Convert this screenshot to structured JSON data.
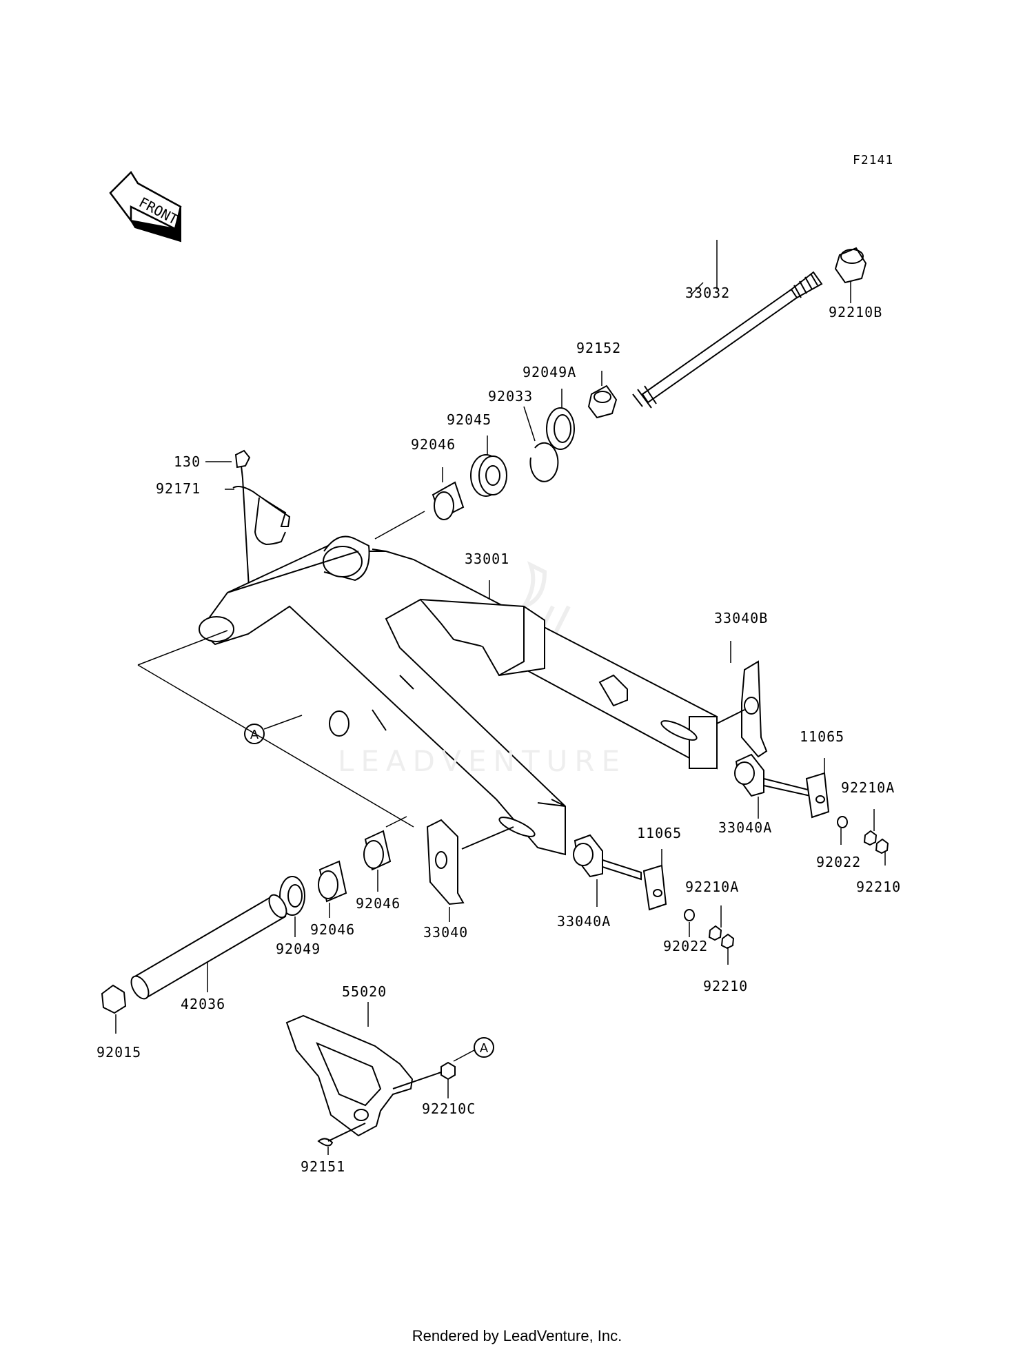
{
  "figure_code": "F2141",
  "front_arrow_label": "FRONT",
  "watermark": "LEADVENTURE",
  "footer": "Rendered by LeadVenture, Inc.",
  "callout_letter": "A",
  "parts": [
    {
      "id": "p33032",
      "label": "33032"
    },
    {
      "id": "p92210B",
      "label": "92210B"
    },
    {
      "id": "p92152",
      "label": "92152"
    },
    {
      "id": "p92049A",
      "label": "92049A"
    },
    {
      "id": "p92033",
      "label": "92033"
    },
    {
      "id": "p92045",
      "label": "92045"
    },
    {
      "id": "p92046top",
      "label": "92046"
    },
    {
      "id": "p130",
      "label": "130"
    },
    {
      "id": "p92171",
      "label": "92171"
    },
    {
      "id": "p33001",
      "label": "33001"
    },
    {
      "id": "p33040B",
      "label": "33040B"
    },
    {
      "id": "p11065r",
      "label": "11065"
    },
    {
      "id": "p92210Ar",
      "label": "92210A"
    },
    {
      "id": "p33040Ar",
      "label": "33040A"
    },
    {
      "id": "p92022r",
      "label": "92022"
    },
    {
      "id": "p92210r",
      "label": "92210"
    },
    {
      "id": "p11065l",
      "label": "11065"
    },
    {
      "id": "p92210Al",
      "label": "92210A"
    },
    {
      "id": "p33040Al",
      "label": "33040A"
    },
    {
      "id": "p92022l",
      "label": "92022"
    },
    {
      "id": "p92210l",
      "label": "92210"
    },
    {
      "id": "p33040",
      "label": "33040"
    },
    {
      "id": "p92046a",
      "label": "92046"
    },
    {
      "id": "p92046b",
      "label": "92046"
    },
    {
      "id": "p92049",
      "label": "92049"
    },
    {
      "id": "p42036",
      "label": "42036"
    },
    {
      "id": "p92015",
      "label": "92015"
    },
    {
      "id": "p55020",
      "label": "55020"
    },
    {
      "id": "p92210C",
      "label": "92210C"
    },
    {
      "id": "p92151",
      "label": "92151"
    }
  ]
}
